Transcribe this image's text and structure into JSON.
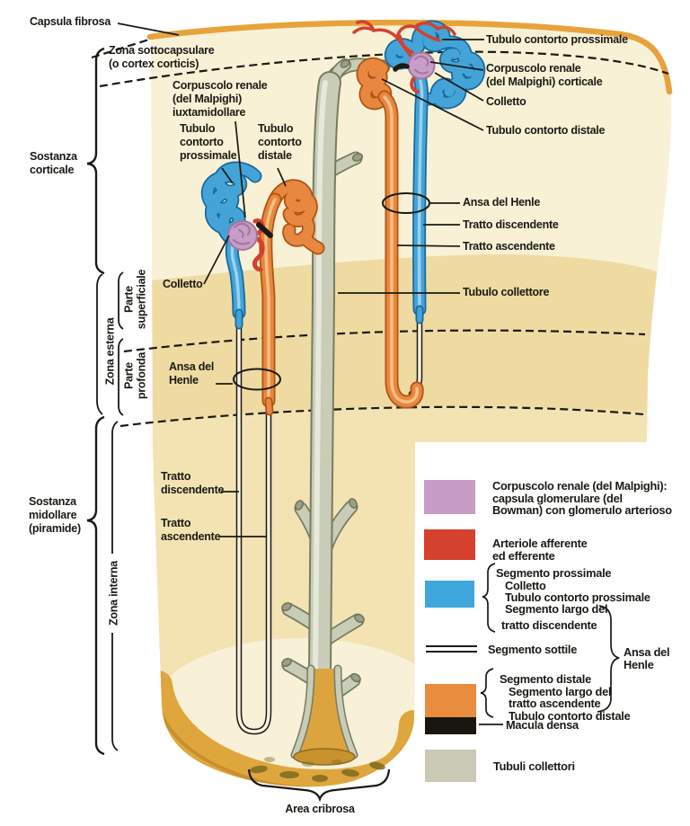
{
  "colors": {
    "blue": "#44a4d8",
    "blue_dark": "#17699e",
    "blue_light": "#a8daf3",
    "orange": "#e8873f",
    "orange_dark": "#b05311",
    "orange_light": "#f8c98f",
    "pink": "#c89dc6",
    "pink_dark": "#a276a0",
    "red": "#d5412d",
    "gray_tube": "#c9cdb8",
    "gray_dark": "#767c60",
    "gray_light": "#e9ebdd",
    "black": "#1c1a12",
    "cream": "#f9f1d6",
    "tan": "#efdba2",
    "tan_inner": "#f3e3b3",
    "papilla_light": "#f8f1da",
    "capsule_orange": "#e7a33b",
    "band_gold": "#e0a63e",
    "band_edge": "#c98f2a",
    "band_light": "#edc66e",
    "funnel_amber": "#dca43f",
    "dot_olive": "#7c6c20",
    "legend_pink": "#c79dc6",
    "legend_red": "#d5412d",
    "legend_blue": "#3fa7db",
    "legend_orange": "#e98c3e",
    "legend_black": "#18160e",
    "legend_gray": "#c9c9b6",
    "text": "#1a1a14"
  },
  "labels": {
    "capsula_fibrosa": "Capsula fibrosa",
    "zona_sottocapsulare": [
      "Zona sottocapsulare",
      "(o cortex corticis)"
    ],
    "corpuscolo_iuxtamidollare": [
      "Corpuscolo renale",
      "(del Malpighi)",
      "iuxtamidollare"
    ],
    "tubulo_contorto_prossimale_sx": [
      "Tubulo",
      "contorto",
      "prossimale"
    ],
    "tubulo_contorto_distale_sx": [
      "Tubulo",
      "contorto",
      "distale"
    ],
    "sostanza_corticale": [
      "Sostanza",
      "corticale"
    ],
    "colletto_sx": "Colletto",
    "zona_esterna": "Zona esterna",
    "parte_superficiale": [
      "Parte",
      "superficiale"
    ],
    "parte_profonda": [
      "Parte",
      "profonda"
    ],
    "ansa_del_henle_sx": [
      "Ansa del",
      "Henle"
    ],
    "sostanza_midollare": [
      "Sostanza",
      "midollare",
      "(piramide)"
    ],
    "zona_interna": "Zona interna",
    "tratto_discendente_sx": [
      "Tratto",
      "discendente"
    ],
    "tratto_ascendente_sx": [
      "Tratto",
      "ascendente"
    ],
    "tubulo_contorto_prossimale_dx": "Tubulo contorto prossimale",
    "corpuscolo_corticale": [
      "Corpuscolo renale",
      "(del Malpighi) corticale"
    ],
    "colletto_dx": "Colletto",
    "tubulo_contorto_distale_dx": "Tubulo contorto distale",
    "ansa_del_henle_dx": "Ansa del Henle",
    "tratto_discendente_dx": "Tratto discendente",
    "tratto_ascendente_dx": "Tratto ascendente",
    "tubulo_collettore": "Tubulo collettore",
    "area_cribrosa": "Area cribrosa"
  },
  "legend": {
    "corpuscolo": [
      "Corpuscolo renale (del Malpighi):",
      "capsula glomerulare (del",
      "Bowman) con glomerulo arterioso"
    ],
    "arteriole": [
      "Arteriole afferente",
      "ed efferente"
    ],
    "blue_group": [
      "Segmento prossimale",
      "Colletto",
      "Tubulo contorto prossimale",
      "Segmento largo del",
      "tratto discendente"
    ],
    "segmento_sottile": "Segmento sottile",
    "ansa_del_henle": [
      "Ansa del",
      "Henle"
    ],
    "orange_group": [
      "Segmento distale",
      "Segmento largo del",
      "tratto ascendente",
      "Tubulo contorto distale"
    ],
    "macula_densa": "Macula densa",
    "tubuli_collettori": "Tubuli collettori"
  }
}
